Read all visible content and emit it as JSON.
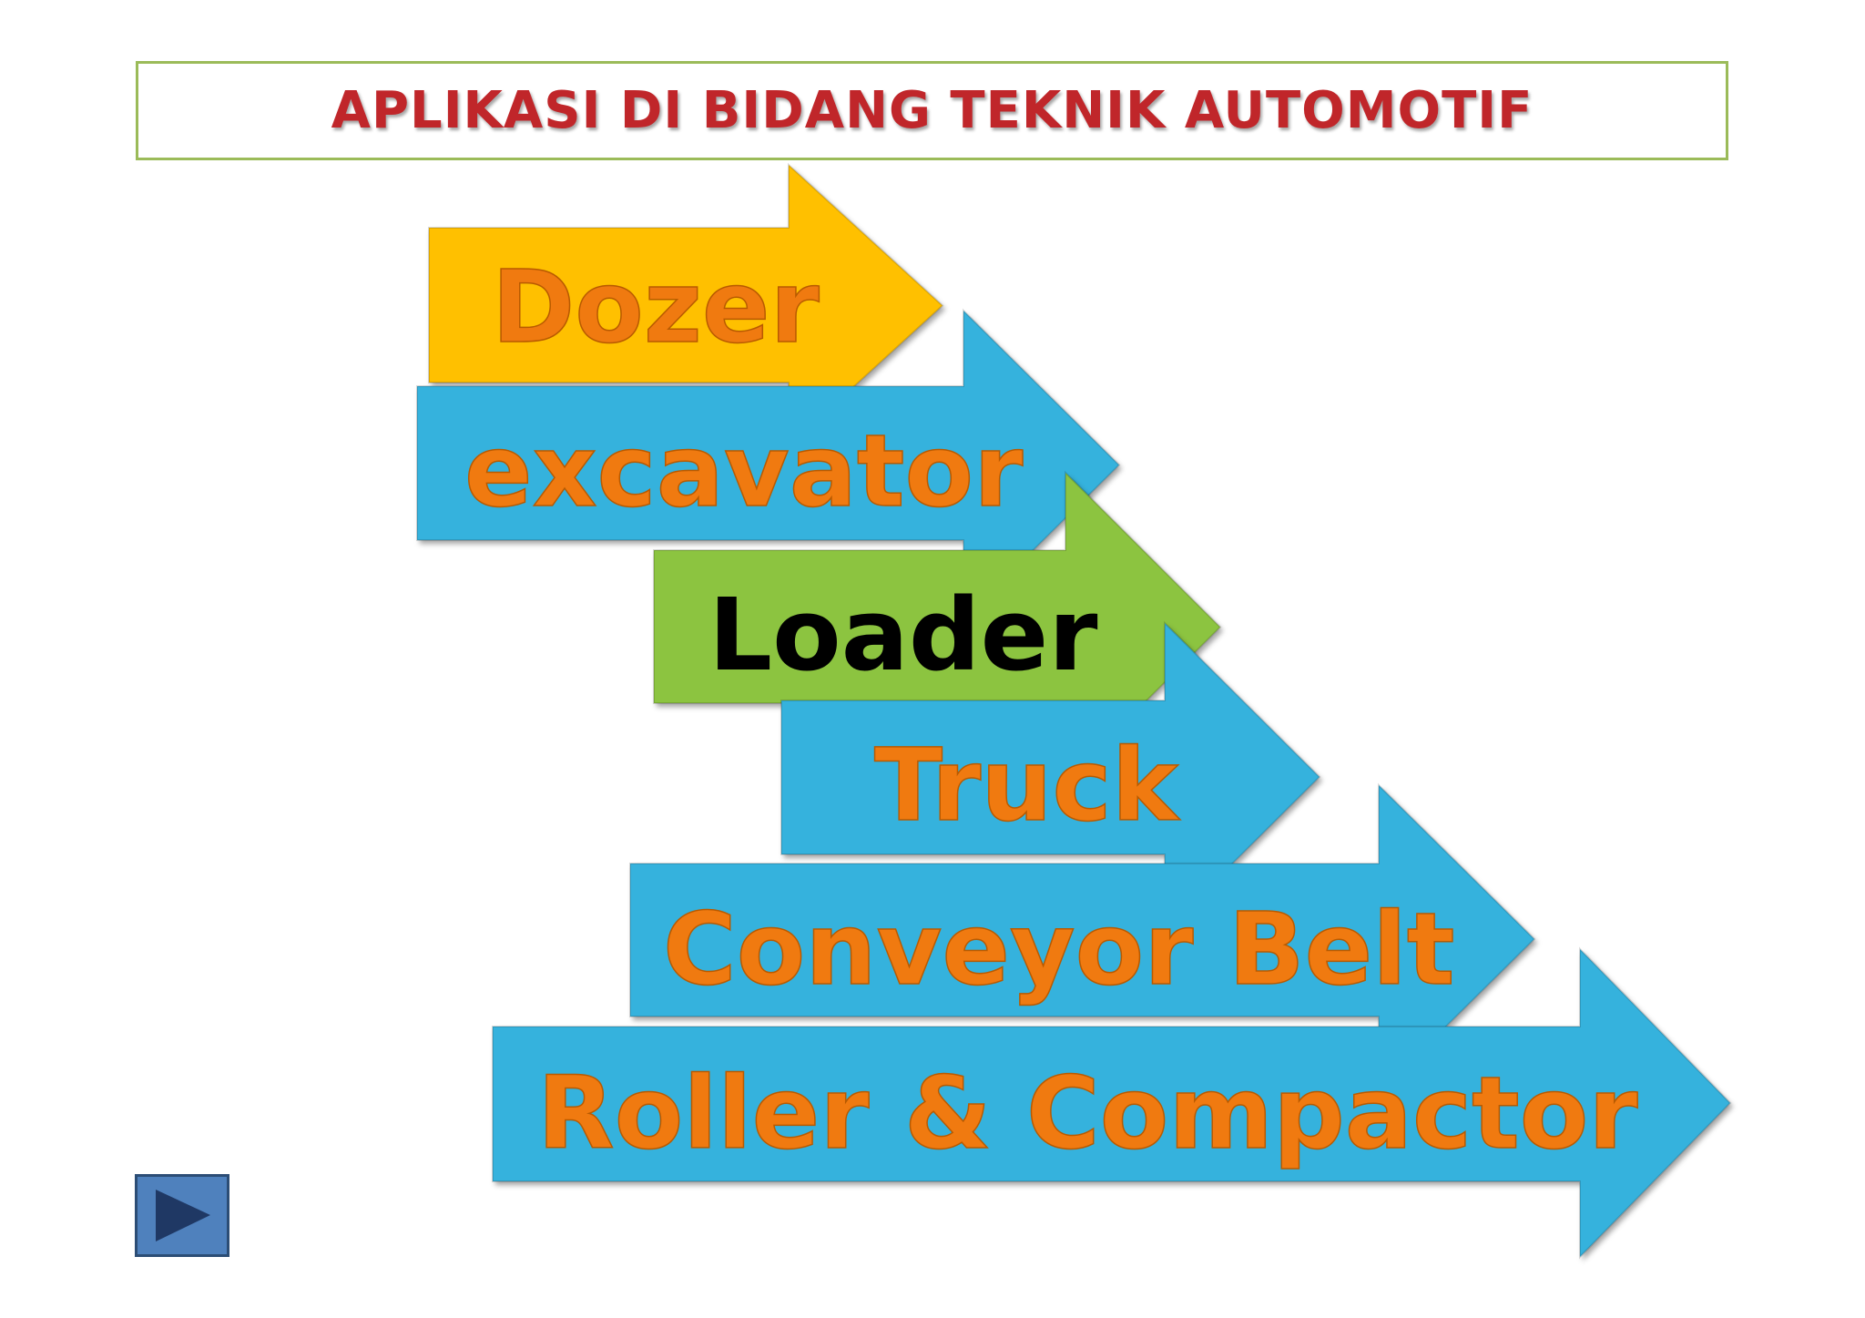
{
  "title": "APLIKASI DI BIDANG TEKNIK AUTOMOTIF",
  "arrows": [
    {
      "label": "Dozer",
      "fill": "#ffc000",
      "text_color": "#f07a10"
    },
    {
      "label": "excavator",
      "fill": "#35b2dd",
      "text_color": "#f07a10"
    },
    {
      "label": "Loader",
      "fill": "#8cc43f",
      "text_color": "#000000"
    },
    {
      "label": "Truck",
      "fill": "#35b2dd",
      "text_color": "#f07a10"
    },
    {
      "label": "Conveyor Belt",
      "fill": "#35b2dd",
      "text_color": "#f07a10"
    },
    {
      "label": "Roller & Compactor",
      "fill": "#35b2dd",
      "text_color": "#f07a10"
    }
  ],
  "nav": {
    "icon": "play-icon",
    "fill": "#4f81bd"
  },
  "colors": {
    "title_text": "#c0262a",
    "title_border": "#9bbb59"
  }
}
